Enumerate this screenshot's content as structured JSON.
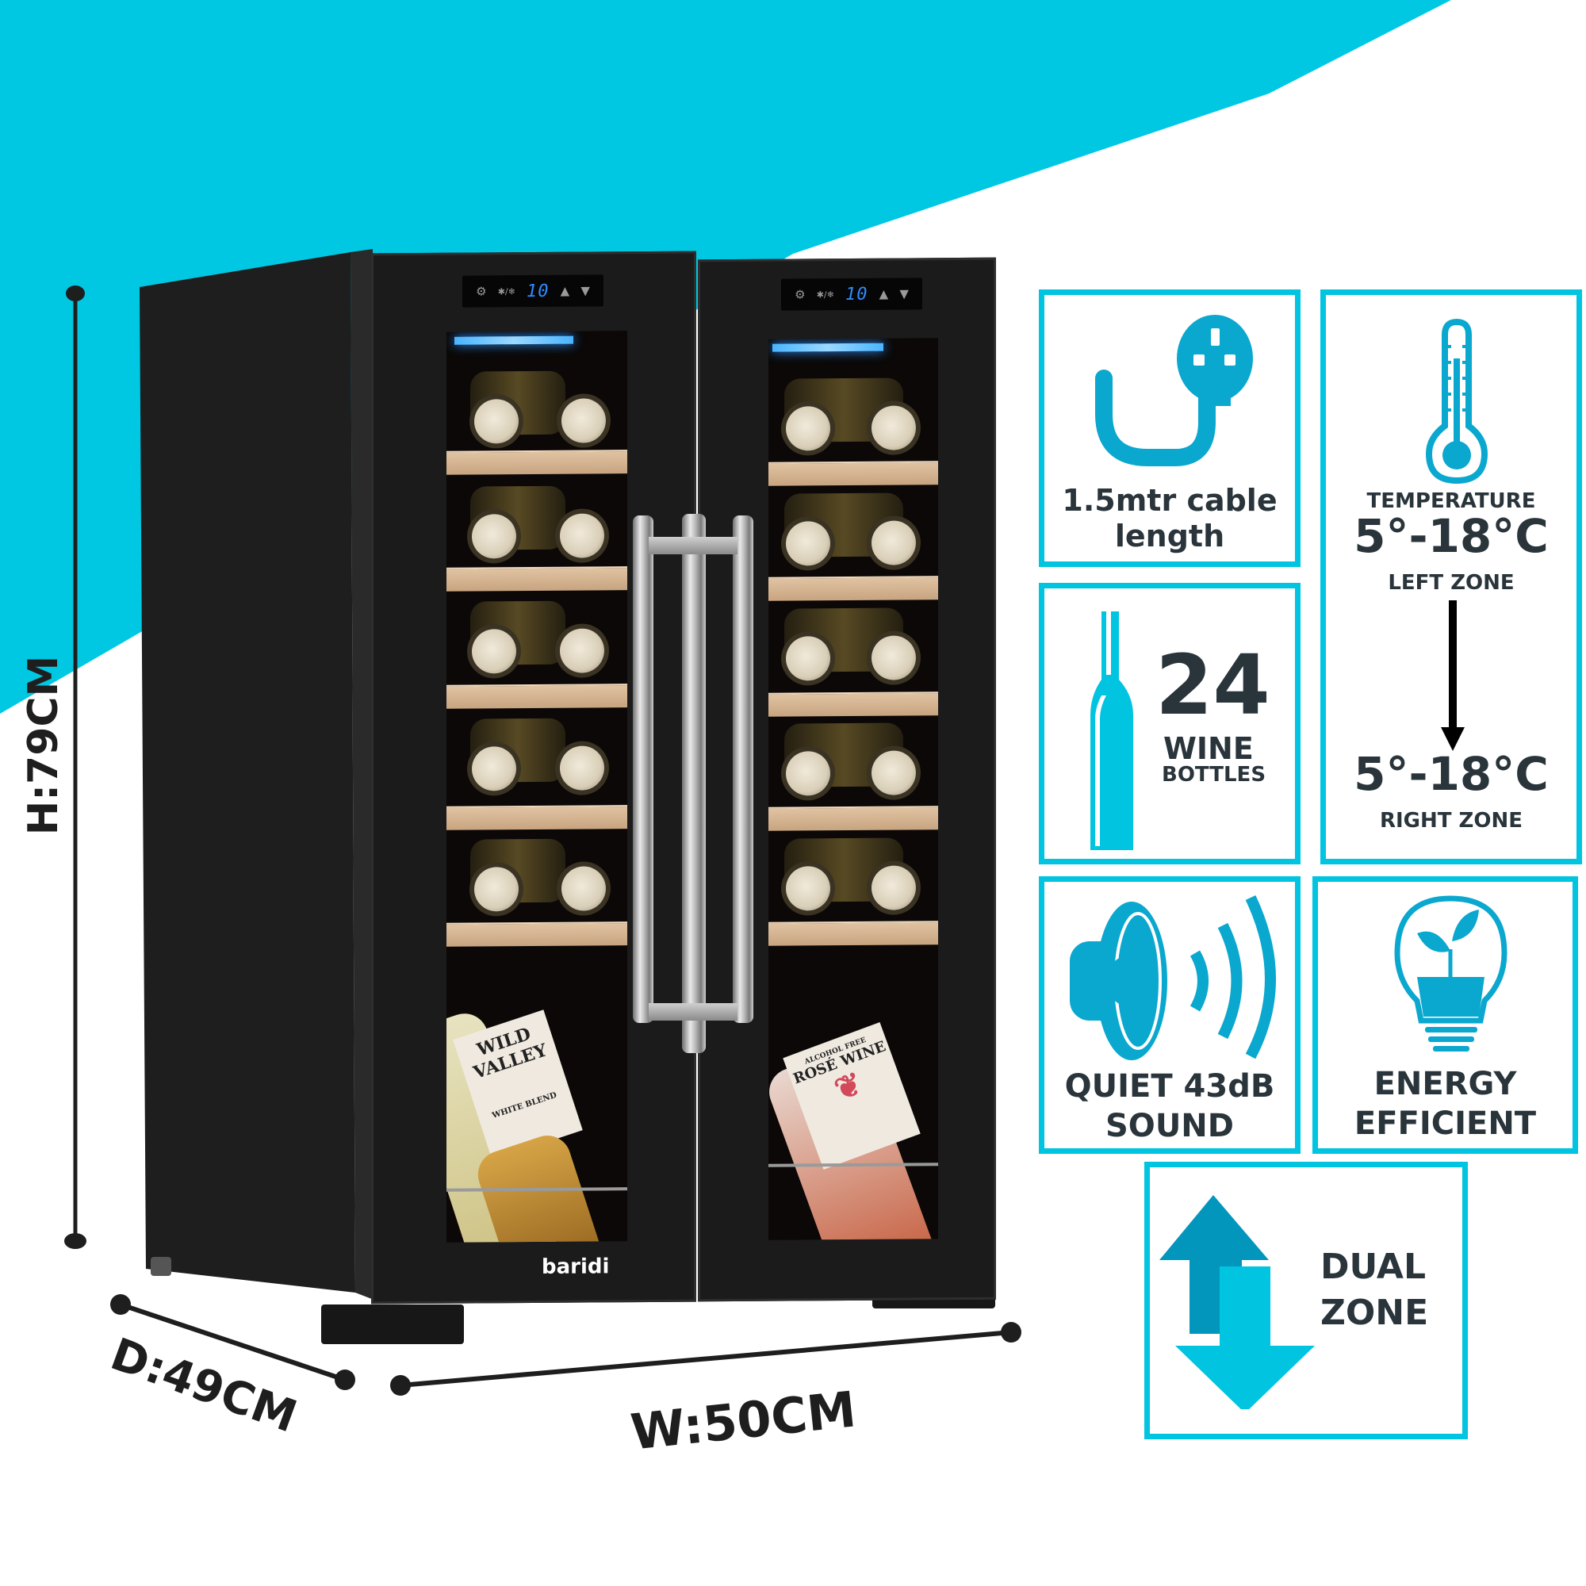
{
  "colors": {
    "accent_cyan": "#00c8e3",
    "icon_blue": "#0aa7cf",
    "icon_dark_blue": "#0396bd",
    "text_dark": "#29343b",
    "cabinet_black": "#1b1b1b",
    "display_blue": "#2d8cff"
  },
  "product": {
    "brand": "baridi",
    "left_door": {
      "display_temp": "10",
      "icons": [
        "light-icon",
        "fan-icon",
        "up-arrow-icon",
        "down-arrow-icon"
      ],
      "bottle_label_title": "WILD VALLEY",
      "bottle_label_sub": "WHITE BLEND"
    },
    "right_door": {
      "display_temp": "10",
      "icons": [
        "light-icon",
        "fan-icon",
        "up-arrow-icon",
        "down-arrow-icon"
      ],
      "bottle_label_top": "ALCOHOL FREE",
      "bottle_label_title": "ROSÉ WINE"
    },
    "up_symbol": "▲",
    "down_symbol": "▼",
    "light_symbol": "⚙",
    "fan_symbol": "✱/❄"
  },
  "dimensions": {
    "height": "H:79CM",
    "depth": "D:49CM",
    "width": "W:50CM"
  },
  "features": {
    "cable": {
      "line1": "1.5mtr cable",
      "line2": "length"
    },
    "temperature": {
      "heading": "TEMPERATURE",
      "left_range": "5°-18°C",
      "left_label": "LEFT ZONE",
      "right_range": "5°-18°C",
      "right_label": "RIGHT ZONE"
    },
    "capacity": {
      "number": "24",
      "line1": "WINE",
      "line2": "BOTTLES"
    },
    "noise": {
      "line1": "QUIET 43dB",
      "line2": "SOUND"
    },
    "energy": {
      "line1": "ENERGY",
      "line2": "EFFICIENT"
    },
    "zones": {
      "line1": "DUAL",
      "line2": "ZONE"
    }
  }
}
